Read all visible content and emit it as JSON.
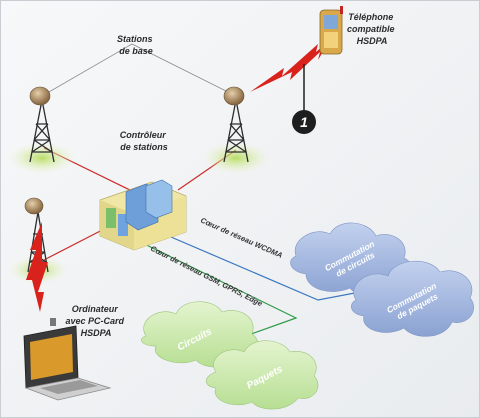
{
  "labels": {
    "stations_line1": "Stations",
    "stations_line2": "de base",
    "phone_line1": "Téléphone",
    "phone_line2": "compatible",
    "phone_line3": "HSDPA",
    "controller_line1": "Contrôleur",
    "controller_line2": "de stations",
    "laptop_line1": "Ordinateur",
    "laptop_line2": "avec PC-Card",
    "laptop_line3": "HSDPA",
    "wcdma_core": "Cœur de réseau WCDMA",
    "gsm_core": "Cœur de réseau GSM, GPRS, Edge",
    "circuit_switch_line1": "Commutation",
    "circuit_switch_line2": "de circuits",
    "packet_switch_line1": "Commutation",
    "packet_switch_line2": "de paquets",
    "circuits": "Circuits",
    "paquets": "Paquets",
    "callout_number": "1"
  },
  "colors": {
    "background": "#f4f5f6",
    "radio_link": "#d9221b",
    "cable_red": "#cc2a2a",
    "cable_blue": "#3c78c2",
    "cable_green": "#2e9a48",
    "cloud_blue": "#9fb4dc",
    "cloud_green": "#cfe9b3",
    "tower_glow": "#bfe07a"
  },
  "icons": {
    "tower": "antenna-tower-icon",
    "phone": "mobile-phone-icon",
    "laptop": "laptop-icon",
    "controller": "base-station-controller-icon",
    "lightning": "radio-link-lightning-icon"
  }
}
